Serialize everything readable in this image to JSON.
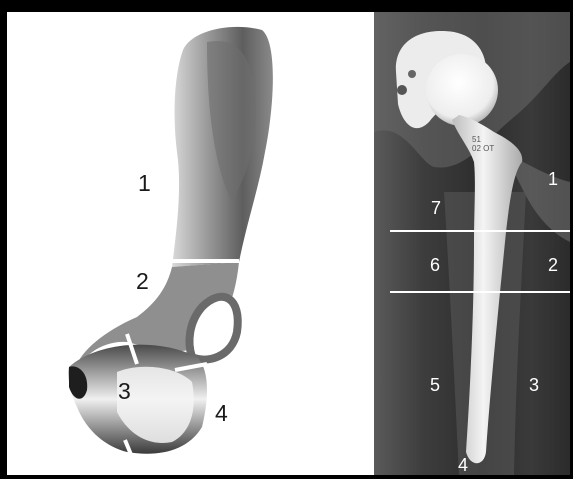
{
  "left_panel": {
    "zones": [
      {
        "id": "1",
        "label": "1"
      },
      {
        "id": "2",
        "label": "2"
      },
      {
        "id": "3",
        "label": "3"
      },
      {
        "id": "4",
        "label": "4"
      }
    ]
  },
  "right_panel": {
    "implant_engraving": "51\n02 OT",
    "zones": [
      {
        "id": "1",
        "label": "1"
      },
      {
        "id": "2",
        "label": "2"
      },
      {
        "id": "3",
        "label": "3"
      },
      {
        "id": "4",
        "label": "4"
      },
      {
        "id": "5",
        "label": "5"
      },
      {
        "id": "6",
        "label": "6"
      },
      {
        "id": "7",
        "label": "7"
      }
    ]
  }
}
